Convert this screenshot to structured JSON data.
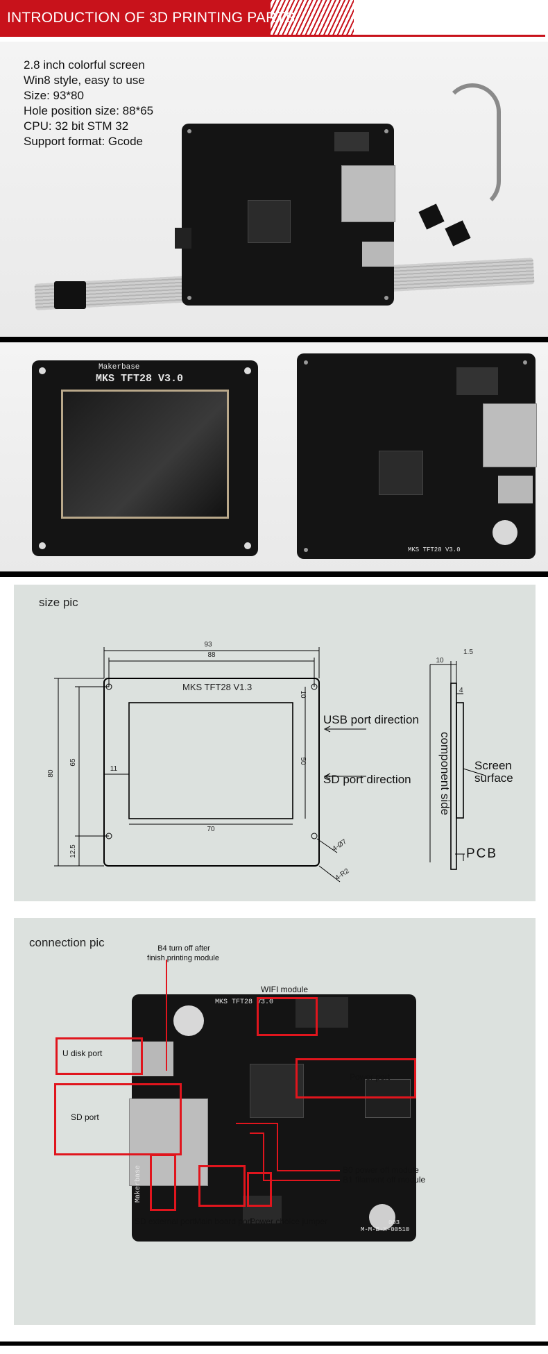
{
  "header": {
    "title": "INTRODUCTION OF 3D PRINTING PARTS"
  },
  "specs": [
    "2.8 inch colorful screen",
    "Win8 style, easy to use",
    "Size: 93*80",
    "Hole position size: 88*65",
    "CPU: 32 bit STM 32",
    "Support format:  Gcode"
  ],
  "board_silk": {
    "brand": "Makerbase",
    "model_front": "MKS  TFT28  V3.0",
    "model_back": "MKS TFT28 V3.0",
    "code": "M-M-B-X-00510",
    "lot": "003"
  },
  "size_pic": {
    "label": "size pic",
    "board_text": "MKS TFT28  V1.3",
    "dims": {
      "width_total": "93",
      "width_holes": "88",
      "height_total": "80",
      "height_holes": "65",
      "screen_w": "70",
      "screen_h": "50",
      "margin_left": "11",
      "margin_top": "10",
      "margin_bottom": "12.5",
      "side_depth": "10",
      "side_pcb": "1.5",
      "side_screen": "4",
      "hole_dia": "4-Ø7",
      "corner_r": "4-R2"
    },
    "annotations": {
      "usb": "USB port direction",
      "sd": "SD port direction",
      "component_side": "component side",
      "screen_line1": "Screen",
      "screen_line2": "surface",
      "pcb": "PCB"
    }
  },
  "connection_pic": {
    "label": "connection pic",
    "labels": {
      "b4_line1": "B4 turn off after",
      "b4_line2": "finish printing module",
      "wifi": "WIFI module",
      "udisk": "U disk port",
      "power": "Power port",
      "sd": "SD port",
      "b0": "B0 power off module",
      "b1": "B1 filament off module",
      "sd_ext": "SD external port",
      "main": "Main board port",
      "jumper": "Power choice jumper"
    }
  },
  "colors": {
    "accent": "#c8121b",
    "box": "#e0151d",
    "drawing_bg": "#dce1de"
  }
}
